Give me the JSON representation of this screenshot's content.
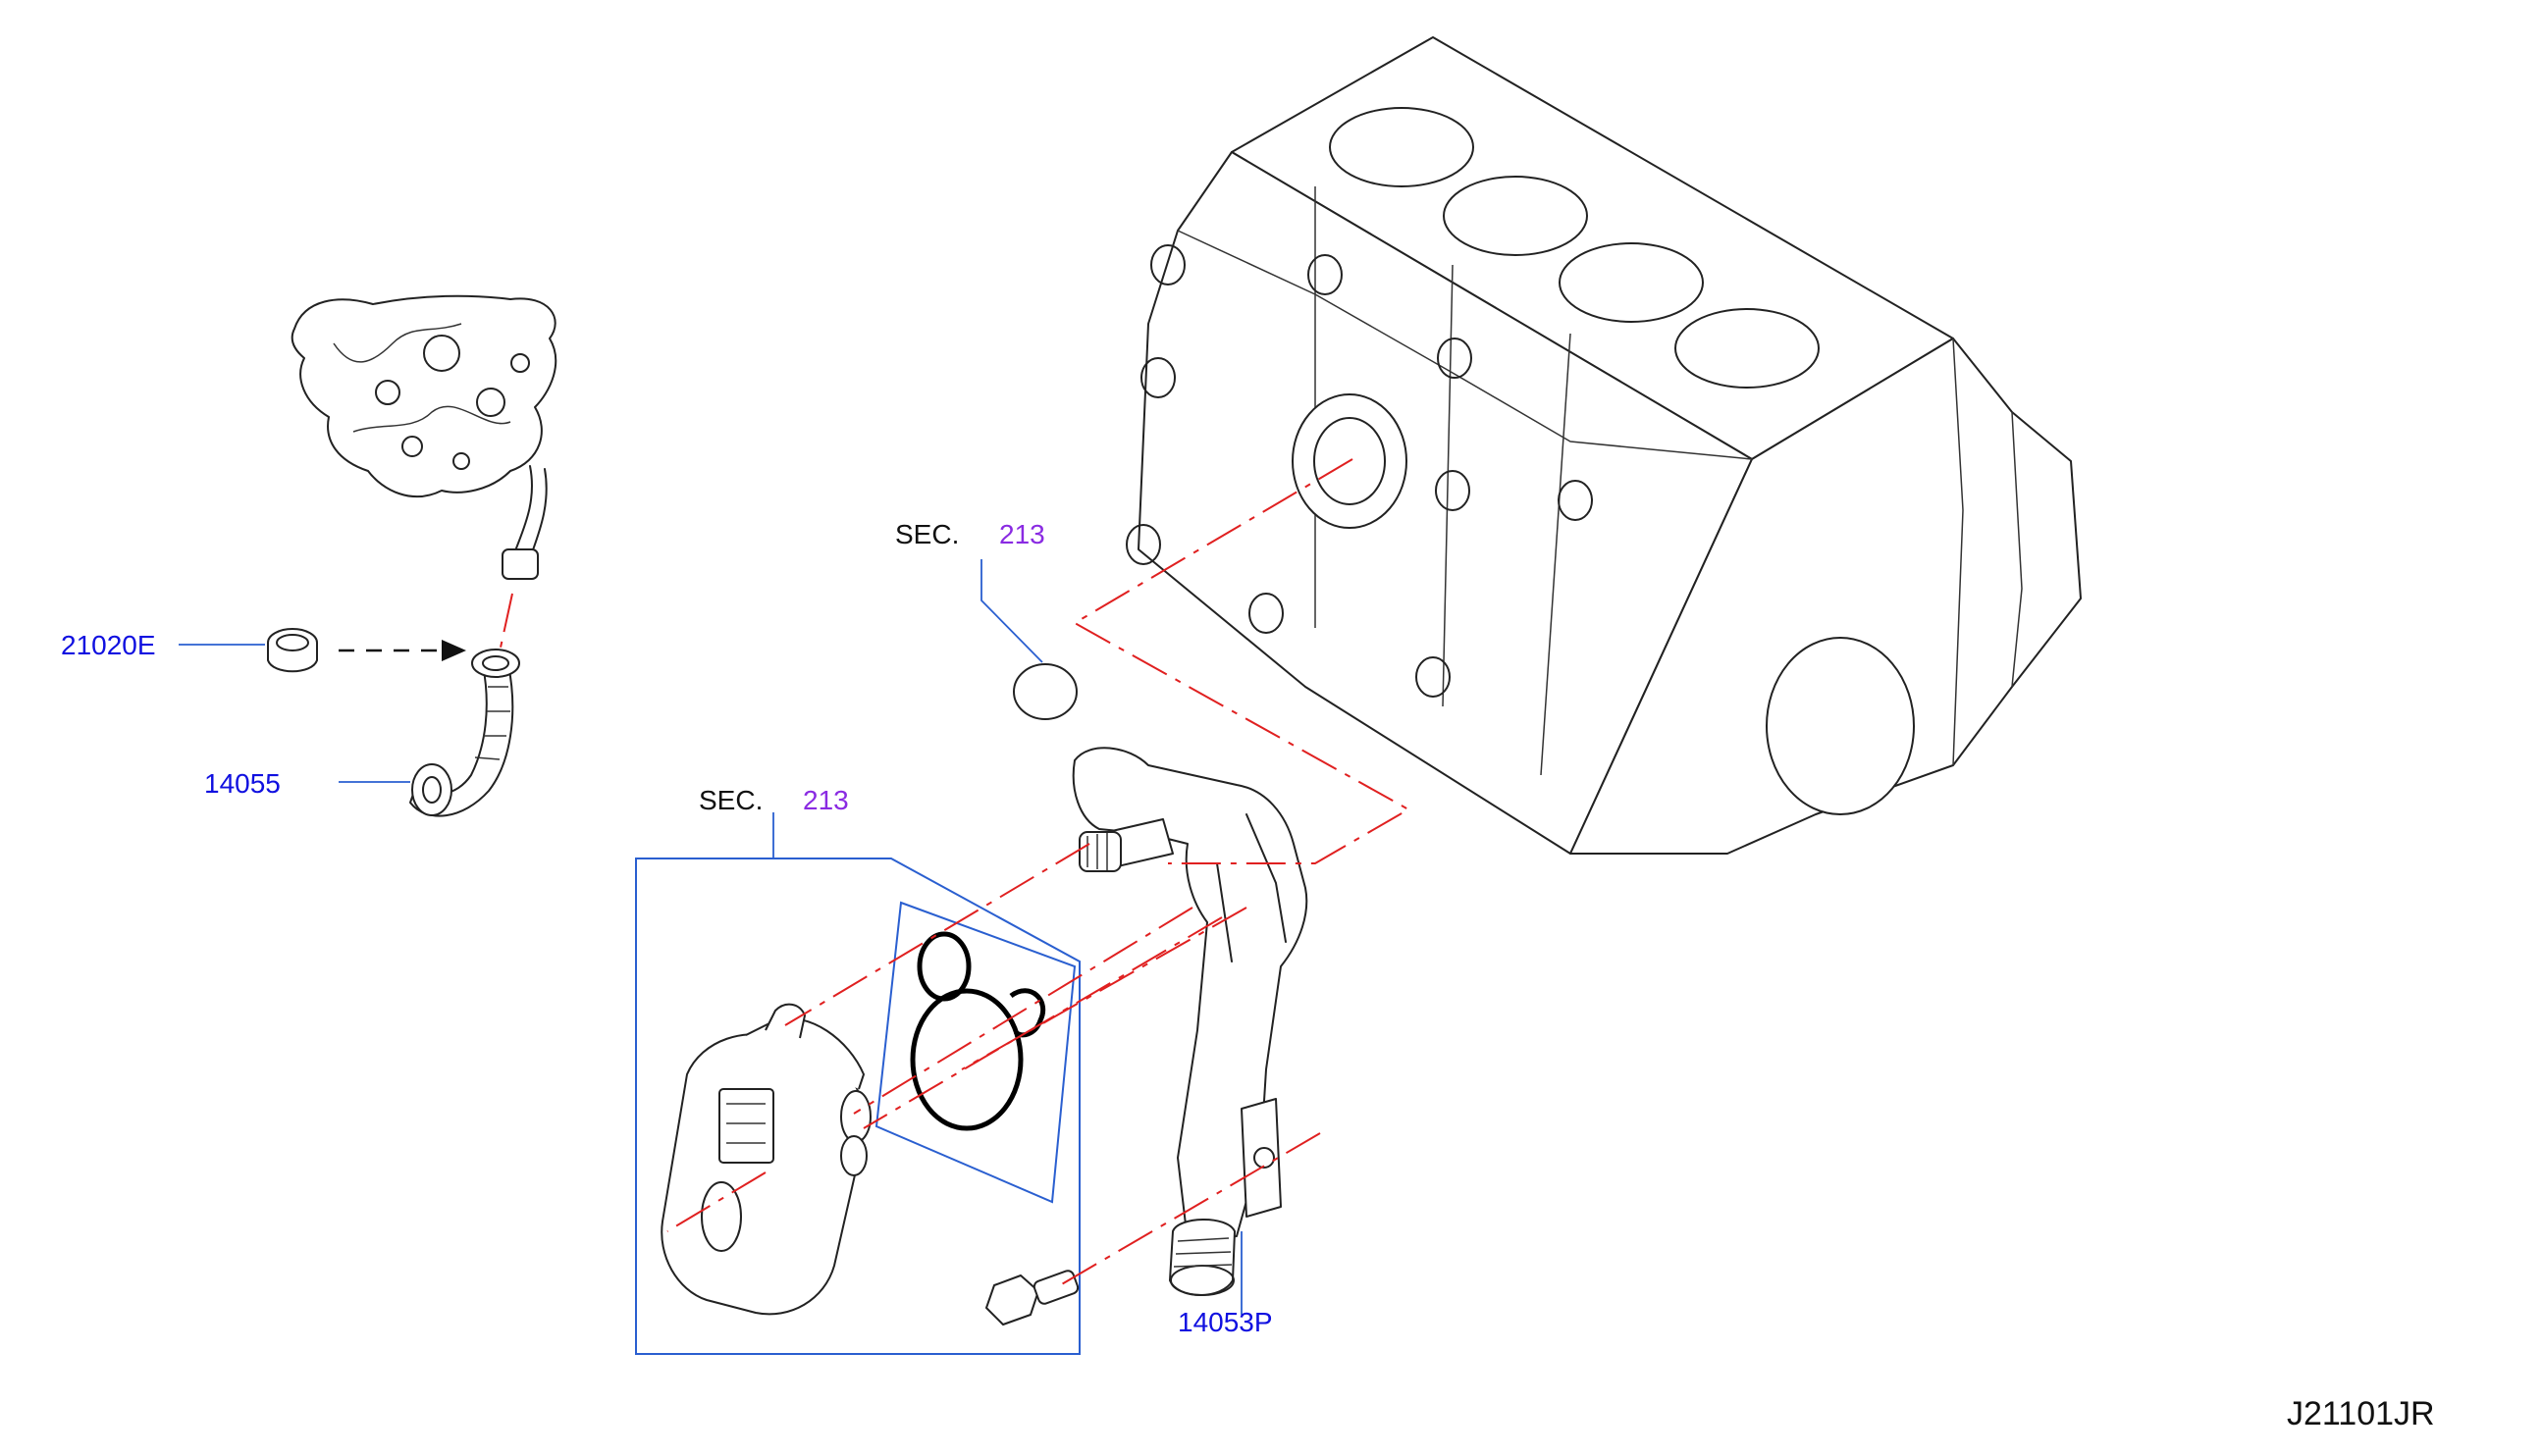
{
  "colors": {
    "part_number": "#1010e0",
    "section_number": "#8a2be2",
    "center_line": "#e02020",
    "leader_line": "#2a5fd0",
    "ink": "#222222"
  },
  "part_labels": {
    "clamp": "21020E",
    "oil_cooler_hose": "14055",
    "water_pipe": "14053P"
  },
  "section_refs": [
    {
      "prefix": "SEC.",
      "number": "213"
    },
    {
      "prefix": "SEC.",
      "number": "213"
    }
  ],
  "diagram_code": "J21101JR"
}
